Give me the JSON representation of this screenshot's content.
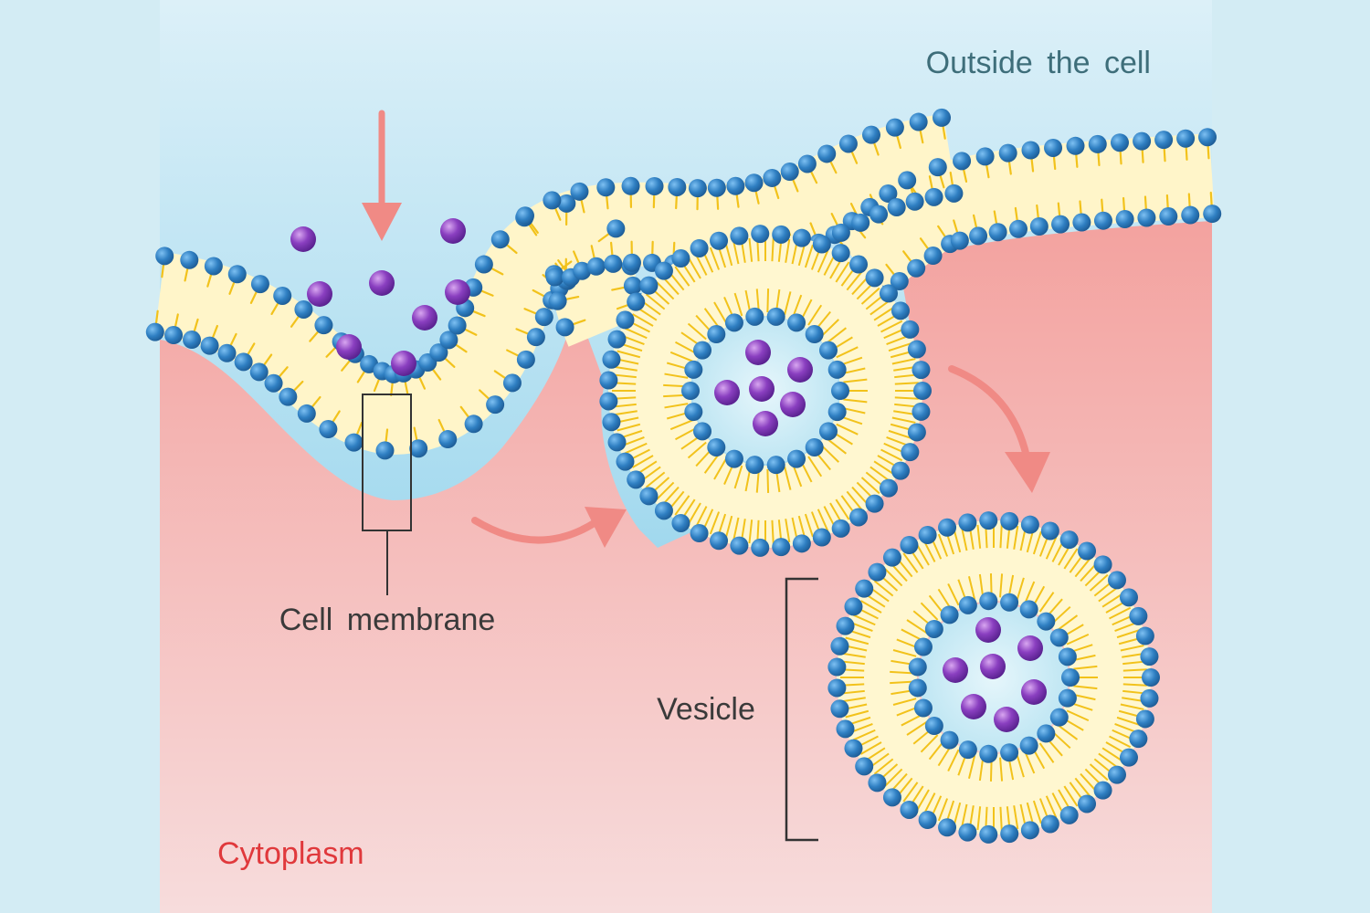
{
  "labels": {
    "outside": "Outside the cell",
    "membrane": "Cell membrane",
    "vesicle": "Vesicle",
    "cytoplasm": "Cytoplasm"
  },
  "colors": {
    "page_bg": "#d3ecf4",
    "outside_top": "#dcf0f8",
    "outside_bottom": "#8fd0ec",
    "cytoplasm_top": "#f3a3a0",
    "cytoplasm_bottom": "#f7dcdc",
    "lipid_head": "#2f7fc2",
    "lipid_tail": "#f2c21b",
    "membrane_core": "#fff7d0",
    "cargo": "#7b3ab0",
    "arrow": "#f08a85",
    "outside_text": "#3e6e7a",
    "label_text": "#3a3a3a",
    "cytoplasm_text": "#e0393c"
  }
}
